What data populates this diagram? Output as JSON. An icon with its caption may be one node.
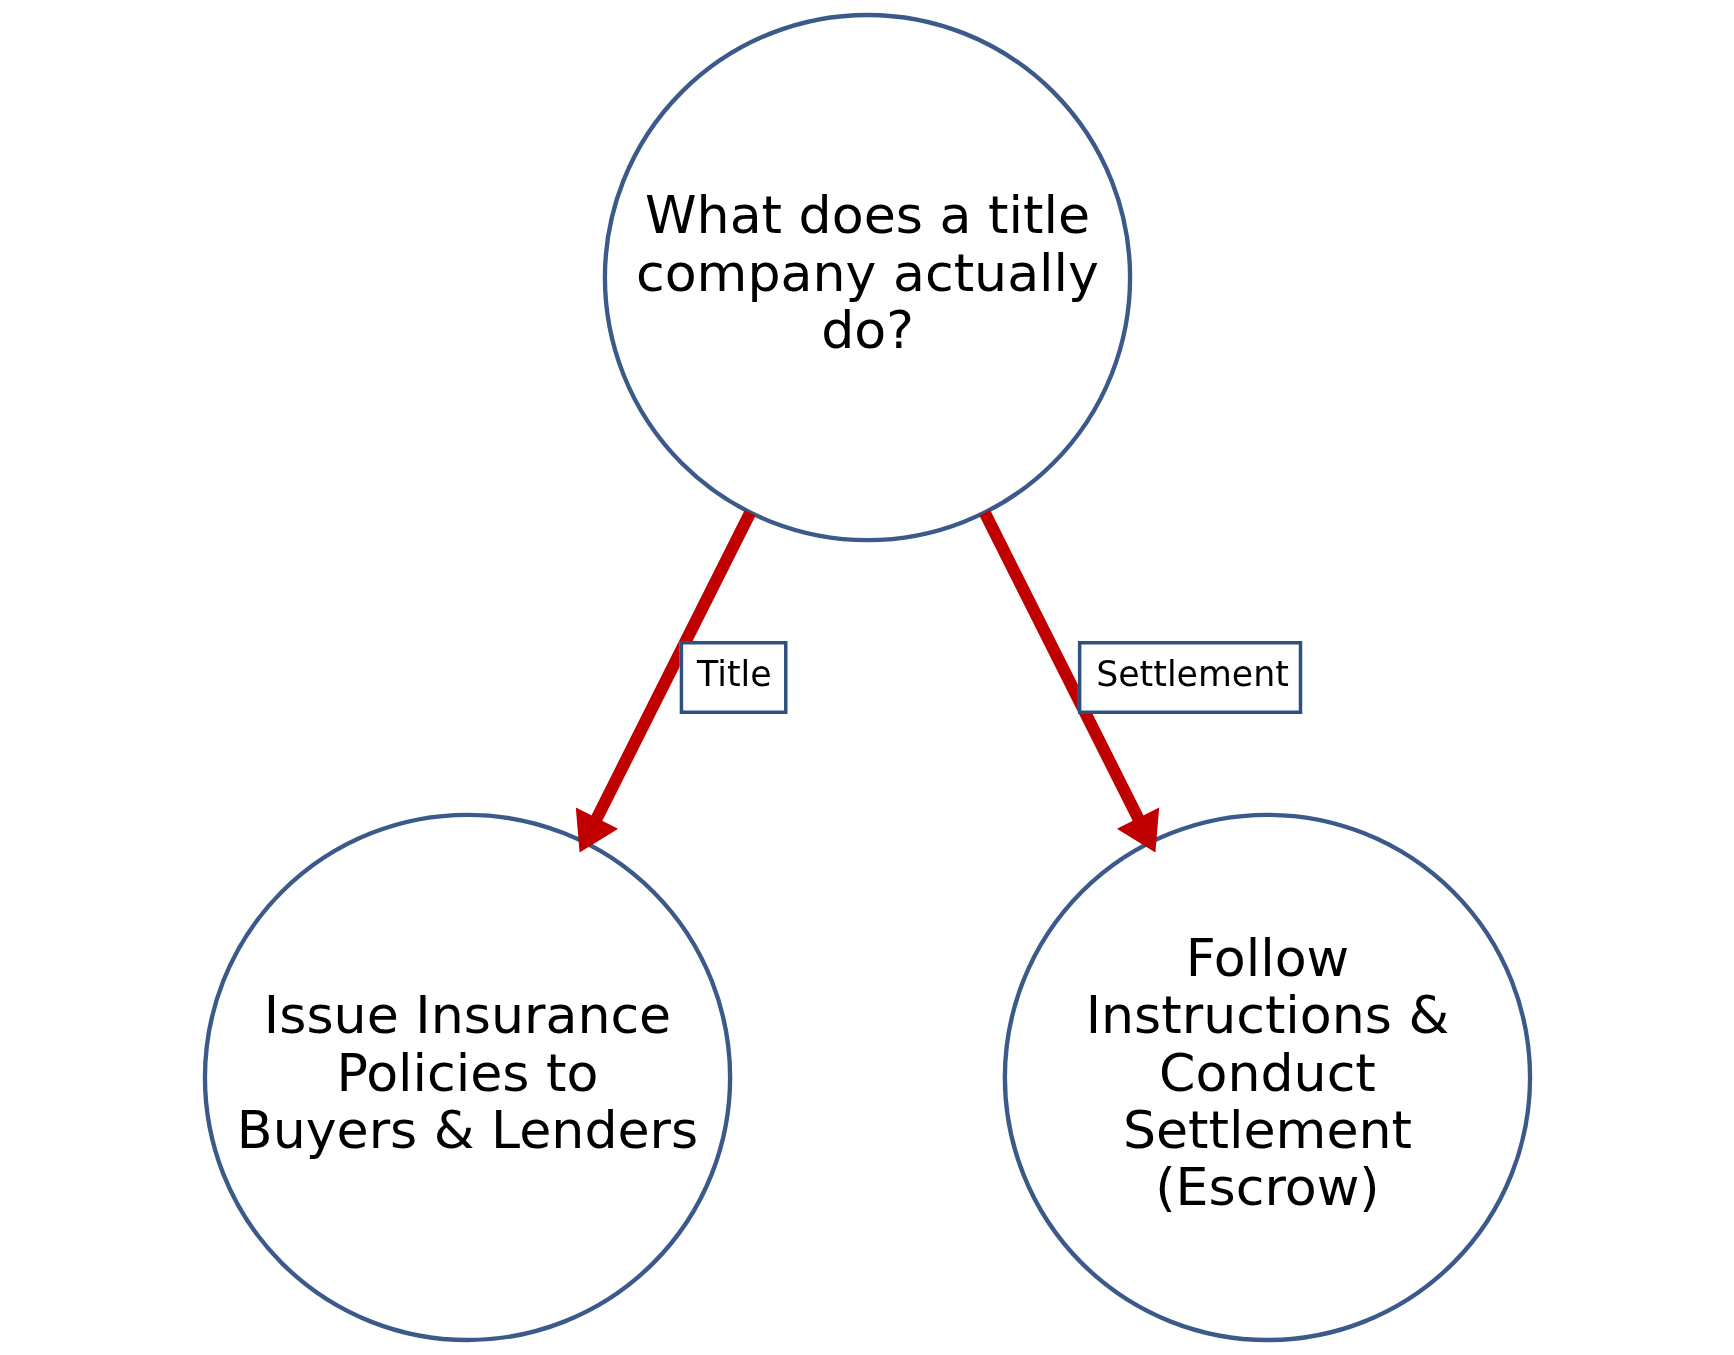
{
  "diagram": {
    "nodes": [
      {
        "text": [
          "What does a title company actually do?"
        ]
      },
      {
        "text": [
          "Issue Insurance Policies to Buyers & Lenders"
        ]
      },
      {
        "text": [
          "Follow Instructions & Conduct Settlement (Escrow)"
        ]
      }
    ],
    "edges": [
      {
        "from": 0,
        "to": 1,
        "arrow": "to",
        "label": "Title"
      },
      {
        "from": 0,
        "to": 2,
        "arrow": "to",
        "label": "Settlement"
      }
    ]
  }
}
